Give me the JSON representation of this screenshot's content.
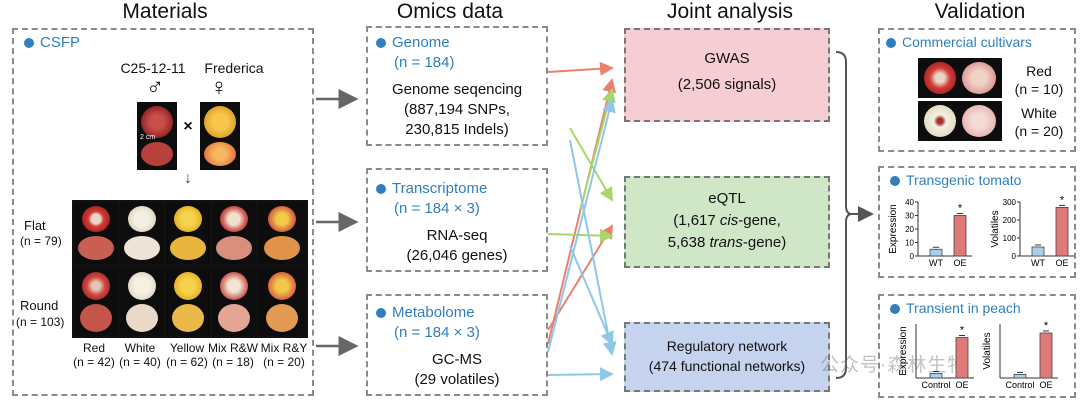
{
  "columns": {
    "materials": "Materials",
    "omics": "Omics data",
    "joint": "Joint analysis",
    "validation": "Validation"
  },
  "materials": {
    "group": "CSFP",
    "parent_male": "C25-12-11",
    "parent_female": "Frederica",
    "male_symbol": "♂",
    "female_symbol": "♀",
    "cross": "×",
    "down_arrow": "↓",
    "scale": "2 cm",
    "flat_label": "Flat",
    "flat_n": "(n = 79)",
    "round_label": "Round",
    "round_n": "(n = 103)",
    "categories": [
      {
        "name": "Red",
        "n": "(n = 42)"
      },
      {
        "name": "White",
        "n": "(n = 40)"
      },
      {
        "name": "Yellow",
        "n": "(n = 62)"
      },
      {
        "name": "Mix R&W",
        "n": "(n = 18)"
      },
      {
        "name": "Mix R&Y",
        "n": "(n = 20)"
      }
    ]
  },
  "omics": {
    "genome": {
      "title": "Genome",
      "n": "(n = 184)",
      "line1": "Genome seqencing",
      "line2": "(887,194 SNPs,",
      "line3": "230,815 Indels)"
    },
    "transcriptome": {
      "title": "Transcriptome",
      "n": "(n = 184 × 3)",
      "line1": "RNA-seq",
      "line2": "(26,046 genes)"
    },
    "metabolome": {
      "title": "Metabolome",
      "n": "(n = 184 × 3)",
      "line1": "GC-MS",
      "line2": "(29 volatiles)"
    }
  },
  "joint": {
    "gwas": {
      "title": "GWAS",
      "detail": "(2,506 signals)",
      "color": "#f6cdd3"
    },
    "eqtl": {
      "title": "eQTL",
      "detail1_num": "(1,617 ",
      "detail1_it": "cis",
      "detail1_end": "-gene,",
      "detail2_num": "5,638 ",
      "detail2_it": "trans",
      "detail2_end": "-gene)",
      "color": "#cfe7c7"
    },
    "network": {
      "title": "Regulatory network",
      "detail": "(474 functional networks)",
      "color": "#c5d3ee"
    }
  },
  "validation": {
    "commercial": {
      "title": "Commercial cultivars",
      "red": "Red",
      "red_n": "(n = 10)",
      "white": "White",
      "white_n": "(n = 20)"
    },
    "tomato": {
      "title": "Transgenic tomato",
      "left": {
        "ylabel": "Expression",
        "ticks": [
          "0",
          "10",
          "20",
          "30",
          "40"
        ],
        "cats": [
          "WT",
          "OE"
        ],
        "values": [
          5,
          30
        ],
        "ymax": 40,
        "star": "*"
      },
      "right": {
        "ylabel": "Volatiles",
        "ticks": [
          "0",
          "100",
          "200",
          "300"
        ],
        "cats": [
          "WT",
          "OE"
        ],
        "values": [
          50,
          270
        ],
        "ymax": 300,
        "star": "*"
      }
    },
    "peach": {
      "title": "Transient in peach",
      "left": {
        "ylabel": "Expression",
        "cats": [
          "Control",
          "OE"
        ],
        "values": [
          1,
          9
        ],
        "ymax": 12,
        "star": "*"
      },
      "right": {
        "ylabel": "Volatiles",
        "cats": [
          "Control",
          "OE"
        ],
        "values": [
          2,
          25
        ],
        "ymax": 30,
        "star": "*"
      }
    }
  },
  "watermark": "公众号·森林生物",
  "colors": {
    "accent": "#2f7fc0",
    "red_arrow": "#e8816e",
    "green_arrow": "#a8d66a",
    "blue_arrow": "#8fc7e6",
    "wt_bar": "#a9cfe9",
    "oe_bar": "#e07a78"
  }
}
